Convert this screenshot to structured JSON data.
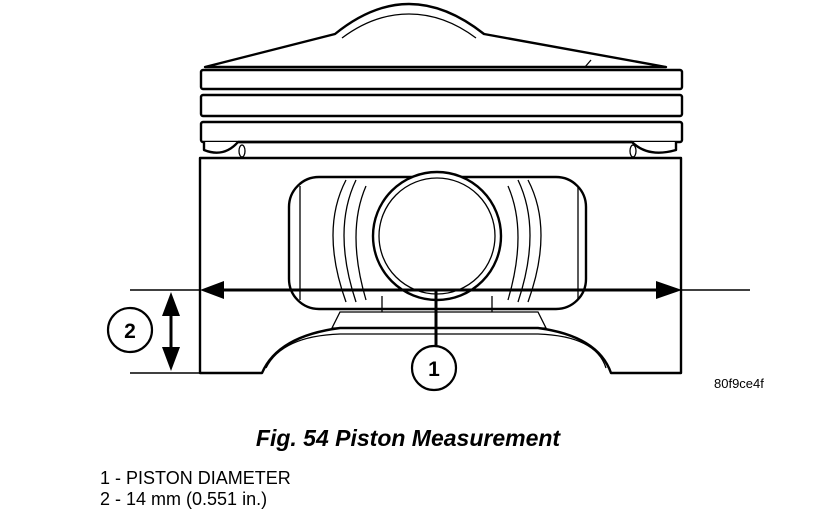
{
  "figure_code": "80f9ce4f",
  "caption": "Fig. 54 Piston Measurement",
  "callouts": [
    "1",
    "2"
  ],
  "legend": [
    {
      "number": "1",
      "text": "PISTON DIAMETER"
    },
    {
      "number": "2",
      "text": "14 mm (0.551 in.)"
    }
  ]
}
